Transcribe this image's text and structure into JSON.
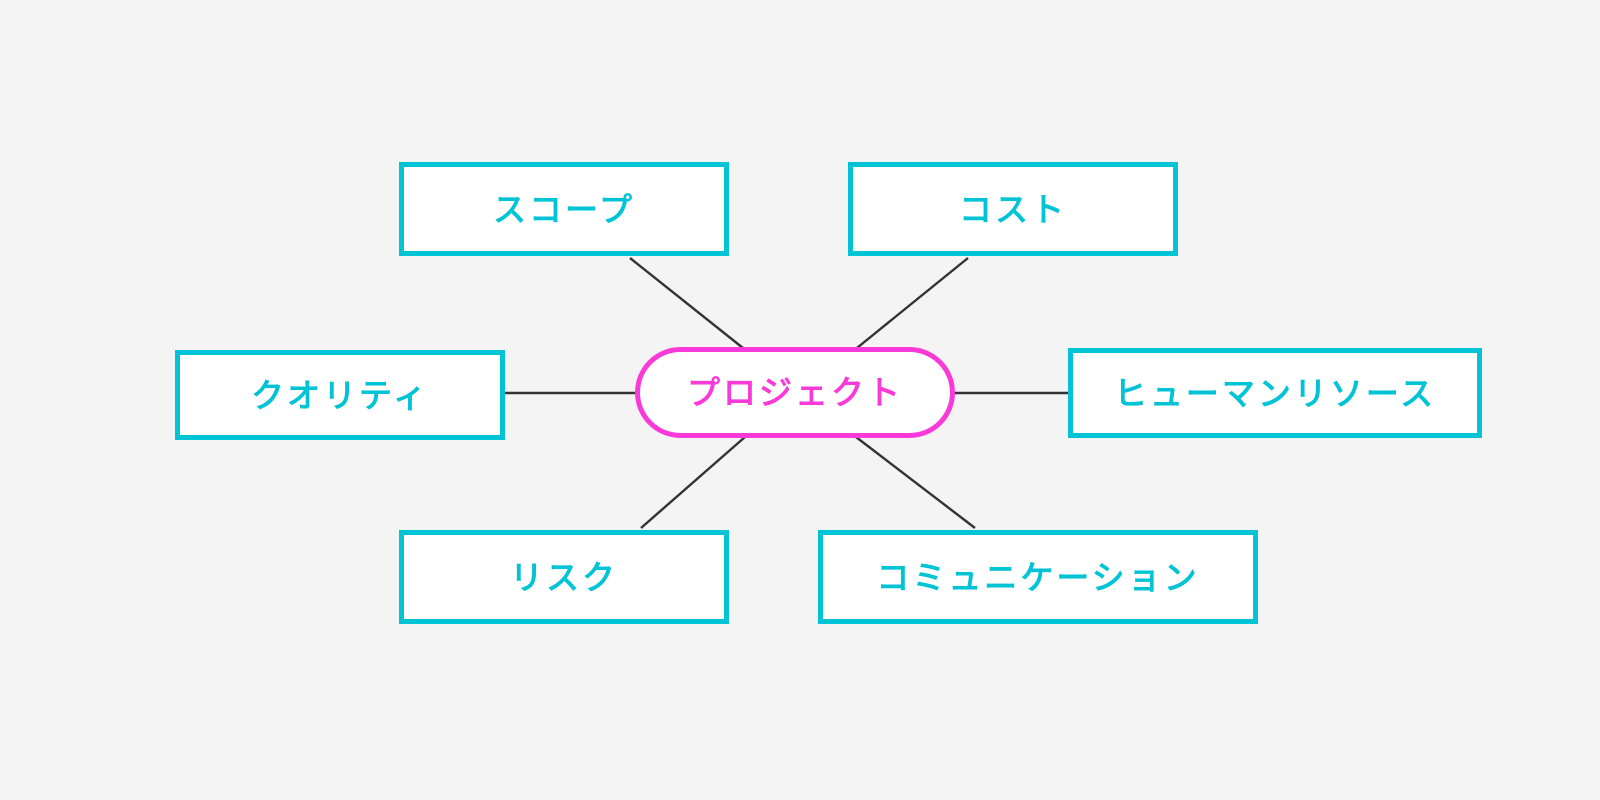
{
  "diagram": {
    "type": "mind-map",
    "background_color": "#f4f4f4",
    "branch_color": "#00c3d6",
    "center_color": "#f93ad8",
    "edge_color": "#333333",
    "center": {
      "id": "project",
      "label": "プロジェクト",
      "shape": "stadium"
    },
    "branches": [
      {
        "id": "scope",
        "label": "スコープ",
        "shape": "rectangle",
        "position": "top-left"
      },
      {
        "id": "cost",
        "label": "コスト",
        "shape": "rectangle",
        "position": "top-right"
      },
      {
        "id": "quality",
        "label": "クオリティ",
        "shape": "rectangle",
        "position": "left"
      },
      {
        "id": "human-resource",
        "label": "ヒューマンリソース",
        "shape": "rectangle",
        "position": "right"
      },
      {
        "id": "risk",
        "label": "リスク",
        "shape": "rectangle",
        "position": "bottom-left"
      },
      {
        "id": "communication",
        "label": "コミュニケーション",
        "shape": "rectangle",
        "position": "bottom-right"
      }
    ],
    "edges": [
      {
        "from": "scope",
        "to": "project"
      },
      {
        "from": "cost",
        "to": "project"
      },
      {
        "from": "quality",
        "to": "project"
      },
      {
        "from": "human-resource",
        "to": "project"
      },
      {
        "from": "risk",
        "to": "project"
      },
      {
        "from": "communication",
        "to": "project"
      }
    ]
  }
}
